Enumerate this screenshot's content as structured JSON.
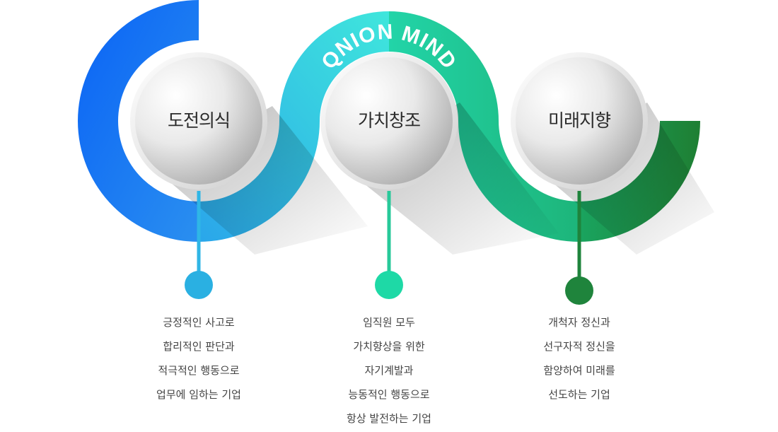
{
  "brand": "QNION MIND",
  "colors": {
    "blue": "#1f6ff0",
    "cyan": "#2ab4e8",
    "teal": "#1fd69c",
    "green": "#1e8a3e"
  },
  "items": [
    {
      "title": "도전의식",
      "lines": [
        "긍정적인 사고로",
        "합리적인 판단과",
        "적극적인 행동으로",
        "업무에 임하는 기업"
      ]
    },
    {
      "title": "가치창조",
      "lines": [
        "임직원 모두",
        "가치향상을 위한",
        "자기계발과",
        "능동적인 행동으로",
        "항상 발전하는 기업"
      ]
    },
    {
      "title": "미래지향",
      "lines": [
        "개척자 정신과",
        "선구자적 정신을",
        "함양하여 미래를",
        "선도하는 기업"
      ]
    }
  ]
}
